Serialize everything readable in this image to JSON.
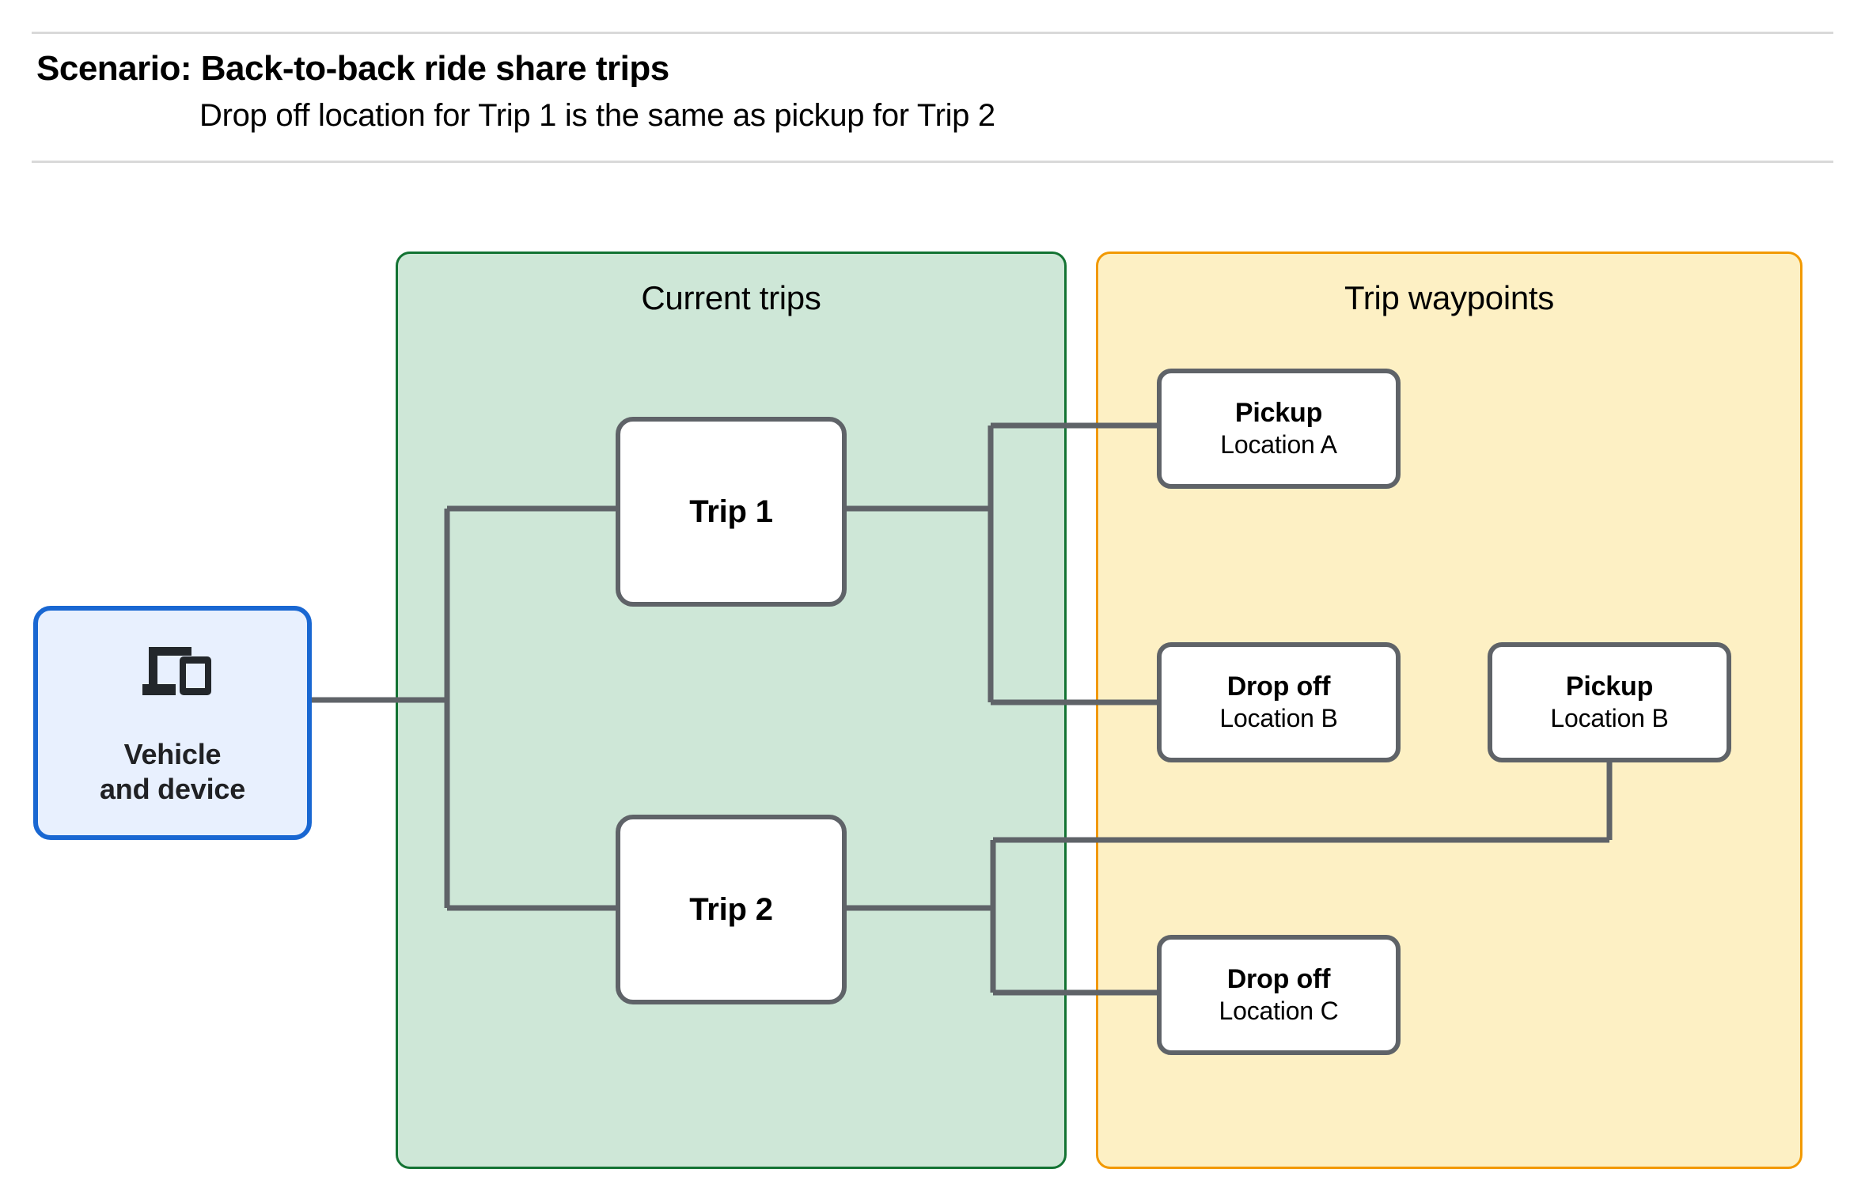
{
  "header": {
    "title": "Scenario: Back-to-back ride share trips",
    "subtitle": "Drop off  location for Trip 1 is the same as pickup for Trip 2"
  },
  "panels": {
    "current_trips": {
      "title": "Current trips",
      "fill": "#CEE7D7",
      "border": "#137333"
    },
    "trip_waypoints": {
      "title": "Trip waypoints",
      "fill": "#FDF0C4",
      "border": "#F29900"
    }
  },
  "vehicle": {
    "label": "Vehicle\nand device",
    "icon": "devices-icon",
    "fill": "#E8F0FE",
    "border": "#1967D2"
  },
  "trips": [
    {
      "label": "Trip 1"
    },
    {
      "label": "Trip 2"
    }
  ],
  "waypoints": [
    {
      "kind": "Pickup",
      "location": "Location A"
    },
    {
      "kind": "Drop off",
      "location": "Location B"
    },
    {
      "kind": "Pickup",
      "location": "Location B"
    },
    {
      "kind": "Drop off",
      "location": "Location C"
    }
  ],
  "connector_color": "#5F6368"
}
